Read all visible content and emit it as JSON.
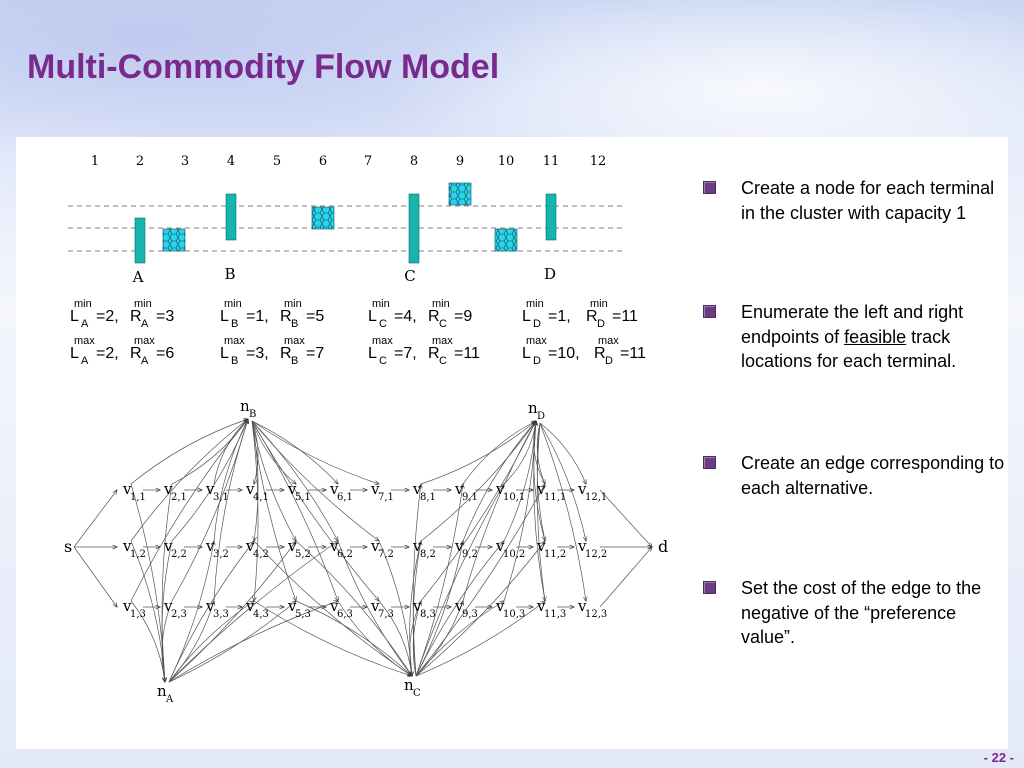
{
  "slide": {
    "title": "Multi-Commodity Flow Model",
    "page_number": "- 22 -"
  },
  "bullets": [
    {
      "text": "Create a node for each terminal in the cluster with capacity 1"
    },
    {
      "text_before": "Enumerate the left and right endpoints of ",
      "text_underlined": "feasible",
      "text_after": " track locations for each terminal."
    },
    {
      "text": "Create an edge corresponding to each alternative."
    },
    {
      "text": "Set the cost of the edge to the negative of the “preference value”."
    }
  ],
  "track_diagram": {
    "columns": [
      "1",
      "2",
      "3",
      "4",
      "5",
      "6",
      "7",
      "8",
      "9",
      "10",
      "11",
      "12"
    ],
    "terminals": [
      {
        "name": "A",
        "min": {
          "L": "2",
          "R": "3"
        },
        "max": {
          "L": "2",
          "R": "6"
        }
      },
      {
        "name": "B",
        "min": {
          "L": "1",
          "R": "5"
        },
        "max": {
          "L": "3",
          "R": "7"
        }
      },
      {
        "name": "C",
        "min": {
          "L": "4",
          "R": "9"
        },
        "max": {
          "L": "7",
          "R": "11"
        }
      },
      {
        "name": "D",
        "min": {
          "L": "1",
          "R": "11"
        },
        "max": {
          "L": "10",
          "R": "11"
        }
      }
    ],
    "min_label": "min",
    "max_label": "max"
  },
  "flow_graph": {
    "source": "s",
    "sink": "d",
    "node_prefix": "n",
    "vertex_prefix": "v",
    "terminal_nodes": [
      "B",
      "D",
      "A",
      "C"
    ],
    "rows": [
      "1",
      "2",
      "3"
    ],
    "columns": [
      "1",
      "2",
      "3",
      "4",
      "5",
      "6",
      "7",
      "8",
      "9",
      "10",
      "11",
      "12"
    ]
  },
  "colors": {
    "title": "#7a2a8c",
    "bullet": "#6a3d83",
    "terminal_fill": "#17b3ad",
    "blocked_fill": "#29d3ea"
  }
}
